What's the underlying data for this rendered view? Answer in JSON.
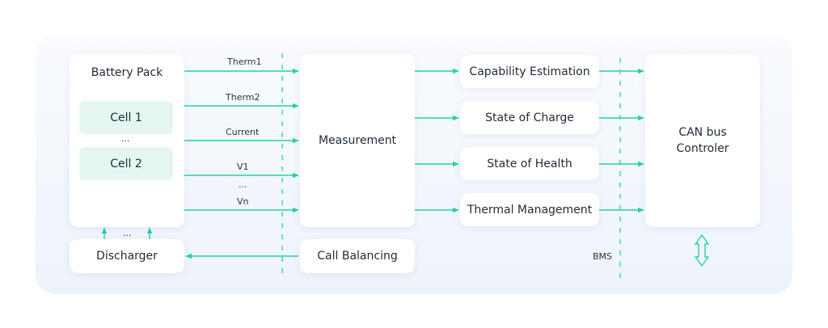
{
  "battery_pack": {
    "title": "Battery Pack",
    "cells": [
      "Cell 1",
      "Cell 2"
    ],
    "cells_ellipsis": "..."
  },
  "measurement": "Measurement",
  "signals": [
    "Therm1",
    "Therm2",
    "Current",
    "V1",
    "...",
    "Vn"
  ],
  "outputs": [
    "Capability Estimation",
    "State of Charge",
    "State of Health",
    "Thermal Management"
  ],
  "can_bus": "CAN bus\nControler",
  "discharger": "Discharger",
  "discharger_ellipsis": "...",
  "balancing": "Call Balancing",
  "bms_label": "BMS",
  "colors": {
    "arrow": "#22d3a5",
    "dashed": "#22d3a5",
    "cell_fill": "#e6f7f2"
  }
}
